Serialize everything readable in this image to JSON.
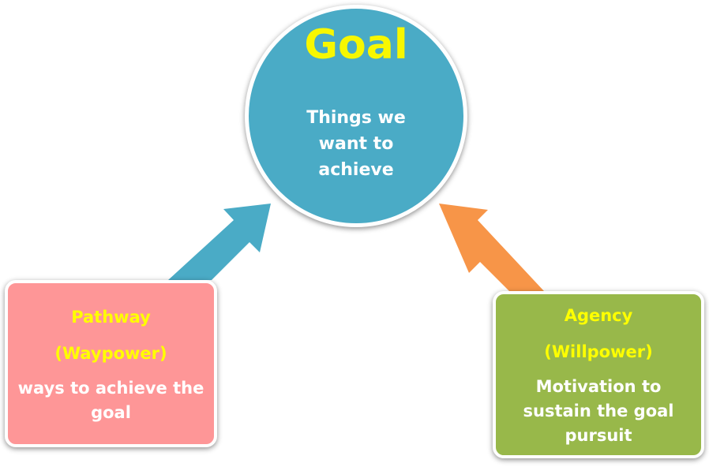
{
  "goal": {
    "title": "Goal",
    "description": "Things we want to achieve"
  },
  "pathway": {
    "title": "Pathway",
    "subtitle": "(Waypower)",
    "description": "ways to achieve the goal"
  },
  "agency": {
    "title": "Agency",
    "subtitle": "(Willpower)",
    "description": "Motivation to sustain the goal pursuit"
  },
  "colors": {
    "goal_circle": "#4aabc6",
    "goal_title": "#f7f700",
    "pathway_box": "#fe9697",
    "agency_box": "#98b84a",
    "pathway_arrow": "#4aabc6",
    "agency_arrow": "#f79548",
    "label_yellow": "#ffff00"
  }
}
